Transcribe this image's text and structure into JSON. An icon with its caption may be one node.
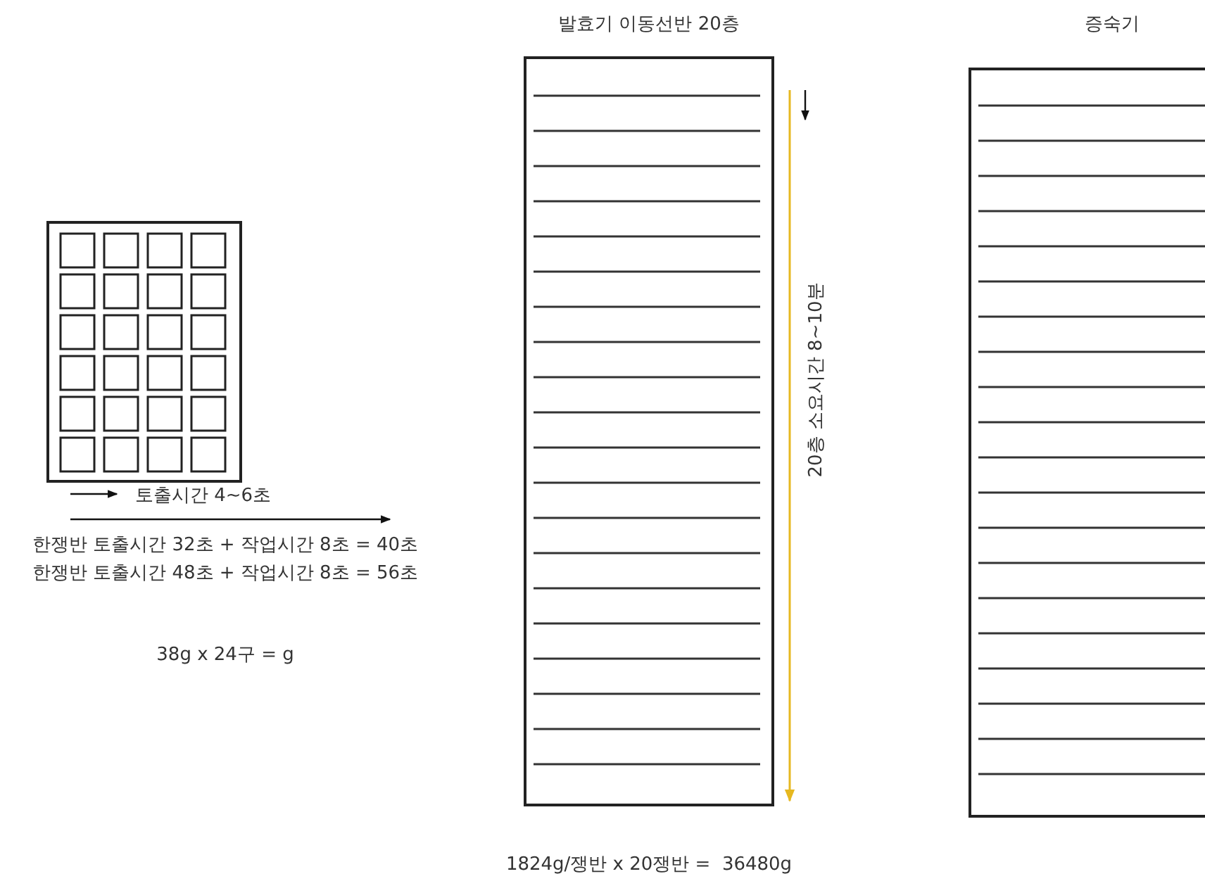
{
  "diagram": {
    "nodes": [
      {
        "text": [],
        "shape": "box"
      },
      {
        "text": [
          "발효기 이동선반 20층"
        ]
      },
      {
        "text": [
          "증숙기"
        ]
      }
    ],
    "edges": [],
    "labels": [
      "토출시간 4~6초",
      "한쟁반 토출시간 32초 + 작업시간 8초 = 40초",
      "한쟁반 토출시간 48초 + 작업시간 8초 = 56초",
      "38g x 24구 = g",
      "20층 소요시간 8~10분",
      "1824g/쟁반 x 20쟁반 =  36480g"
    ]
  }
}
